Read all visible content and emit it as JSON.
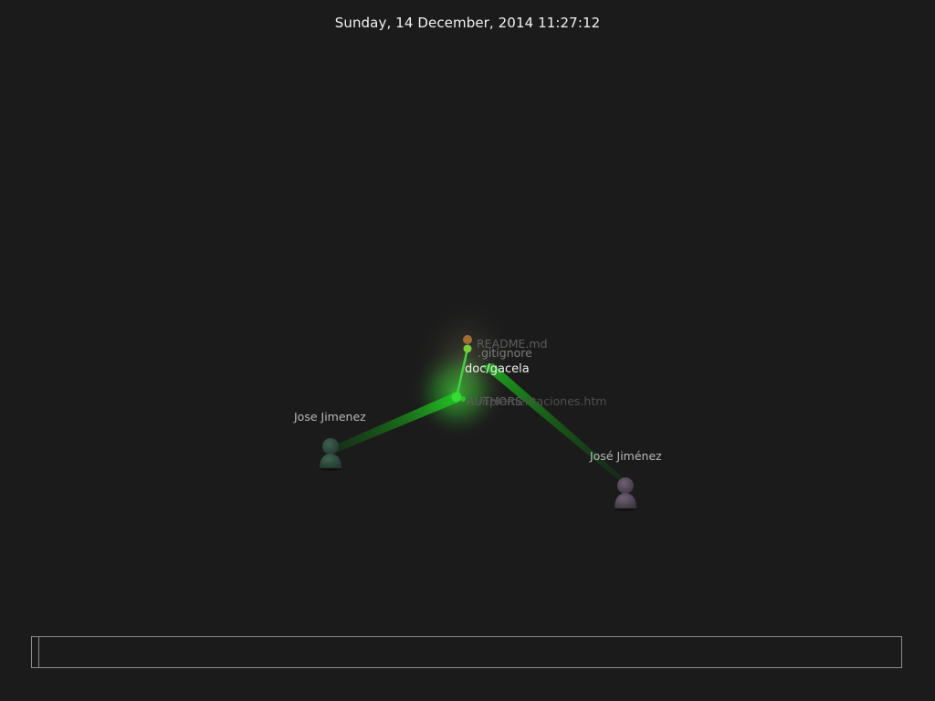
{
  "header": {
    "datetime": "Sunday, 14 December, 2014 11:27:12"
  },
  "directory": {
    "name": "doc/gacela"
  },
  "files": [
    {
      "name": "README.md",
      "color": "#c8843a"
    },
    {
      "name": ".gitignore",
      "color": "#7acb3c"
    },
    {
      "name": "AUTHORS",
      "color": "#33cc33"
    },
    {
      "name": "Implementaciones.htm",
      "color": "#33cc33"
    }
  ],
  "users": [
    {
      "name": "Jose Jimenez",
      "color": "#2f4f3f",
      "icon": "user-icon"
    },
    {
      "name": "José Jiménez",
      "color": "#5a4e5c",
      "icon": "user-icon"
    }
  ],
  "colors": {
    "background": "#1b1b1b",
    "action_beam": "#1fa51f",
    "glow": "#2ecc2e",
    "timeline_border": "#8c8c8c"
  },
  "timeline": {
    "progress": 0.0
  }
}
